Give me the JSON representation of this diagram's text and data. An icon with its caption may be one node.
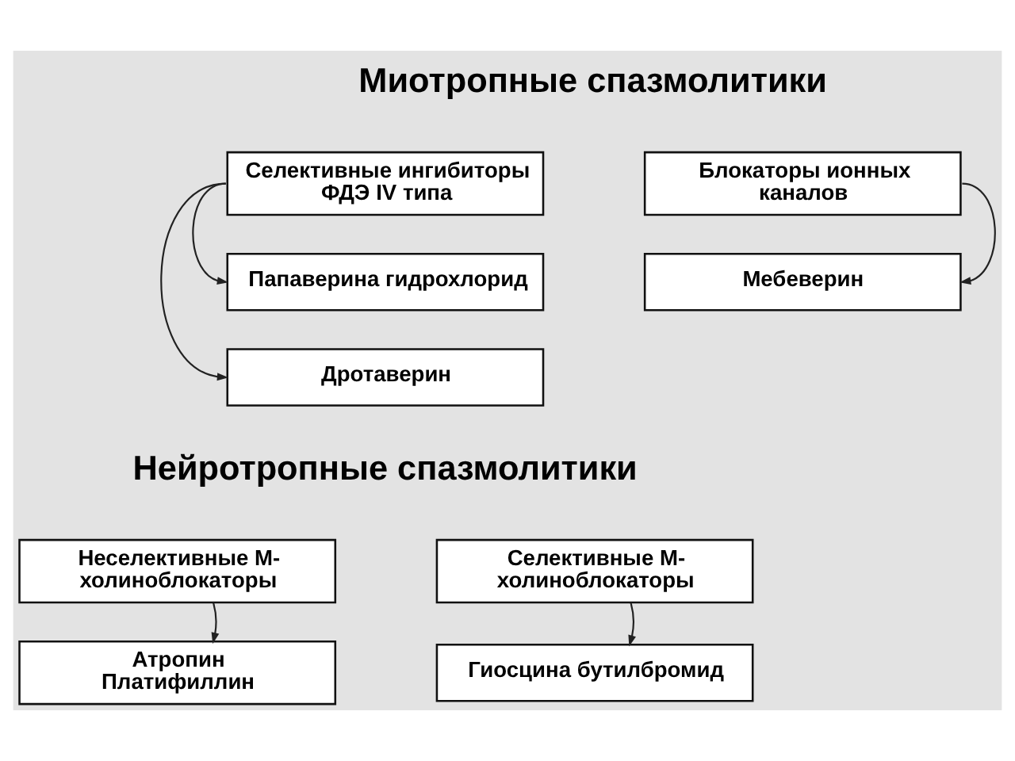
{
  "diagram": {
    "nodes": [
      {
        "text": [
          "Селективные ингибиторы ФДЭ IV типа"
        ]
      },
      {
        "text": [
          "Папаверина гидрохлорид"
        ]
      },
      {
        "text": [
          "Дротаверин"
        ]
      },
      {
        "text": [
          "Блокаторы ионных каналов"
        ]
      },
      {
        "text": [
          "Мебеверин"
        ]
      },
      {
        "text": [
          "Неселективные М-холиноблокаторы"
        ]
      },
      {
        "text": [
          "Атропин",
          "Платифиллин"
        ]
      },
      {
        "text": [
          "Селективные М-холиноблокаторы"
        ]
      },
      {
        "text": [
          "Гиосцина бутилбромид"
        ]
      }
    ],
    "edges": [
      {
        "from": 0,
        "to": 1,
        "arrow": "to"
      },
      {
        "from": 0,
        "to": 2,
        "arrow": "to"
      },
      {
        "from": 3,
        "to": 4,
        "arrow": "to"
      },
      {
        "from": 5,
        "to": 6,
        "arrow": "to"
      },
      {
        "from": 7,
        "to": 8,
        "arrow": "to"
      }
    ],
    "labels": [
      "Миотропные спазмолитики",
      "Нейротропные спазмолитики"
    ]
  }
}
